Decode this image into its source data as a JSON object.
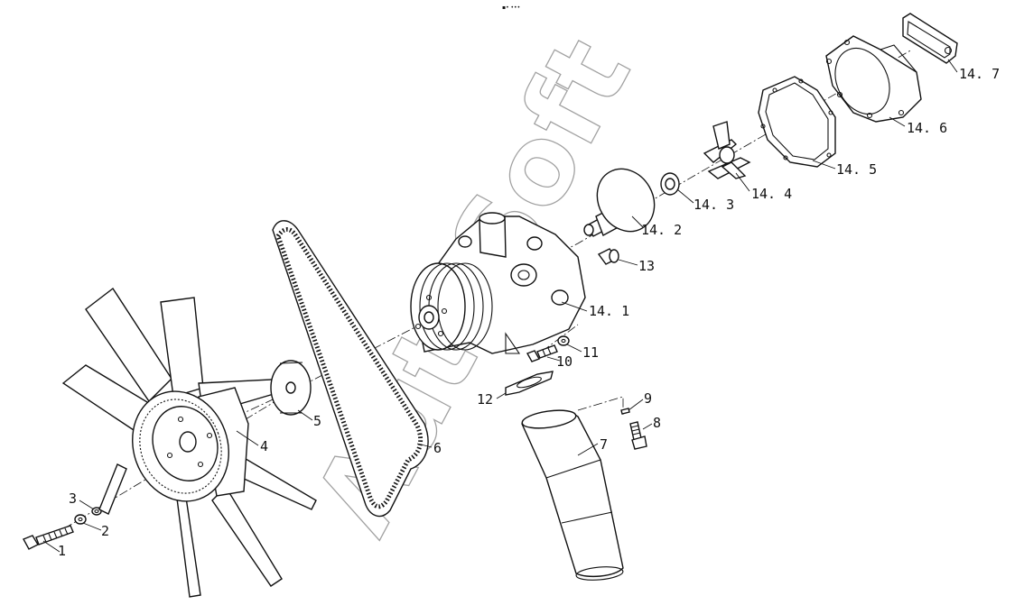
{
  "header_mark": "▪• •••",
  "watermark": "AutoSoft",
  "callouts": [
    {
      "id": "1",
      "text": "1"
    },
    {
      "id": "2",
      "text": "2"
    },
    {
      "id": "3",
      "text": "3"
    },
    {
      "id": "4",
      "text": "4"
    },
    {
      "id": "5",
      "text": "5"
    },
    {
      "id": "6",
      "text": "6"
    },
    {
      "id": "7",
      "text": "7"
    },
    {
      "id": "8",
      "text": "8"
    },
    {
      "id": "9",
      "text": "9"
    },
    {
      "id": "10",
      "text": "10"
    },
    {
      "id": "11",
      "text": "11"
    },
    {
      "id": "12",
      "text": "12"
    },
    {
      "id": "13",
      "text": "13"
    },
    {
      "id": "14_1",
      "text": "14. 1"
    },
    {
      "id": "14_2",
      "text": "14. 2"
    },
    {
      "id": "14_3",
      "text": "14. 3"
    },
    {
      "id": "14_4",
      "text": "14. 4"
    },
    {
      "id": "14_5",
      "text": "14. 5"
    },
    {
      "id": "14_6",
      "text": "14. 6"
    },
    {
      "id": "14_7",
      "text": "14. 7"
    }
  ]
}
